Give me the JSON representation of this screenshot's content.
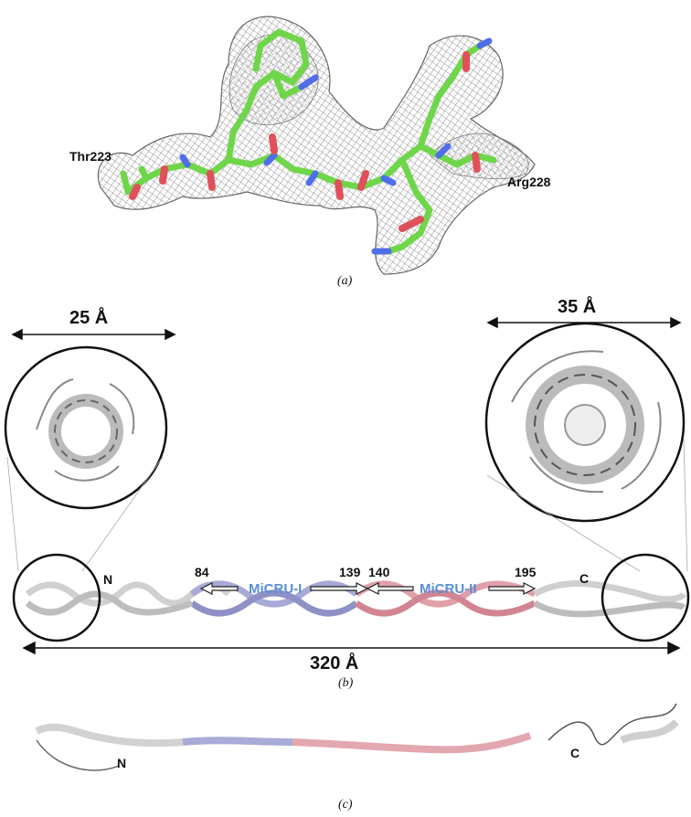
{
  "figure": {
    "panel_a": {
      "caption": "(a)",
      "residue_start": "Thr223",
      "residue_end": "Arg228"
    },
    "panel_b": {
      "caption": "(b)",
      "left_width": "25 Å",
      "right_width": "35 Å",
      "total_length": "320 Å",
      "n_label": "N",
      "c_label": "C",
      "domains": [
        {
          "name": "MiCRU-I",
          "start": "84",
          "end": "139",
          "color": "#9fa0d0"
        },
        {
          "name": "MiCRU-II",
          "start": "140",
          "end": "195",
          "color": "#d9909a"
        }
      ]
    },
    "panel_c": {
      "caption": "(c)",
      "n_label": "N",
      "c_label": "C"
    }
  }
}
